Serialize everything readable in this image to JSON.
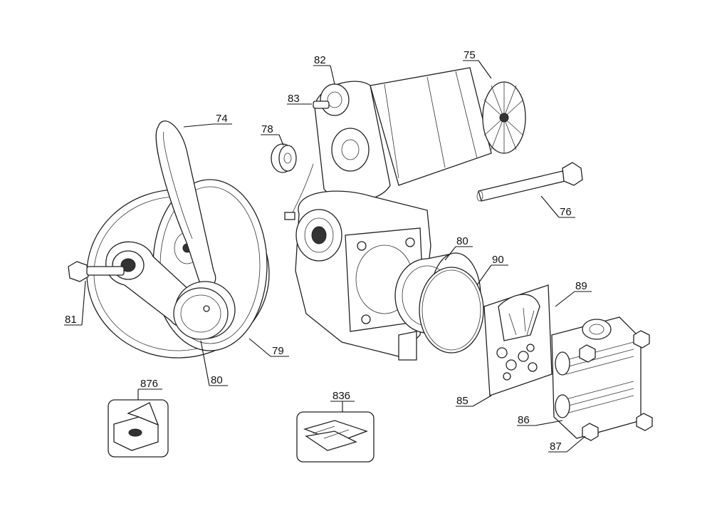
{
  "callouts": [
    {
      "key": "c82",
      "text": "82"
    },
    {
      "key": "c75",
      "text": "75"
    },
    {
      "key": "c83",
      "text": "83"
    },
    {
      "key": "c74",
      "text": "74"
    },
    {
      "key": "c78",
      "text": "78"
    },
    {
      "key": "c76",
      "text": "76"
    },
    {
      "key": "c80a",
      "text": "80"
    },
    {
      "key": "c90",
      "text": "90"
    },
    {
      "key": "c89",
      "text": "89"
    },
    {
      "key": "c81",
      "text": "81"
    },
    {
      "key": "c79",
      "text": "79"
    },
    {
      "key": "c80b",
      "text": "80"
    },
    {
      "key": "c876",
      "text": "876"
    },
    {
      "key": "c836",
      "text": "836"
    },
    {
      "key": "c85",
      "text": "85"
    },
    {
      "key": "c86",
      "text": "86"
    },
    {
      "key": "c87",
      "text": "87"
    }
  ]
}
